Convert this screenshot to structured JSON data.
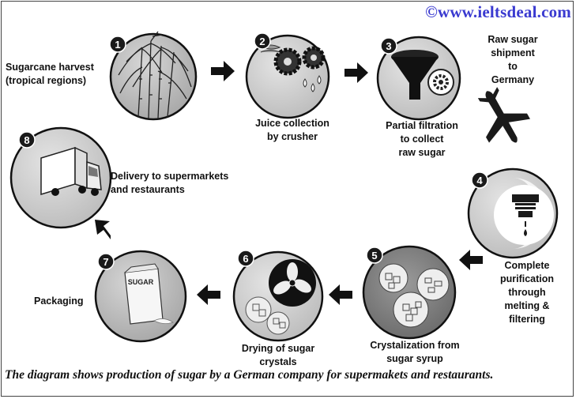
{
  "watermark": "©www.ieltsdeal.com",
  "steps": [
    {
      "number": "1",
      "label_lines": [
        "Sugarcane harvest",
        "(tropical regions)"
      ]
    },
    {
      "number": "2",
      "label_lines": [
        "Juice collection",
        "by crusher"
      ]
    },
    {
      "number": "3",
      "label_lines": [
        "Partial filtration",
        "to collect",
        "raw sugar"
      ]
    },
    {
      "number": "4",
      "label_lines": [
        "Complete",
        "purification",
        "through",
        "melting &",
        "filtering"
      ]
    },
    {
      "number": "5",
      "label_lines": [
        "Crystalization from",
        "sugar syrup"
      ]
    },
    {
      "number": "6",
      "label_lines": [
        "Drying of sugar",
        "crystals"
      ]
    },
    {
      "number": "7",
      "label_lines": [
        "Packaging"
      ]
    },
    {
      "number": "8",
      "label_lines": [
        "Delivery to supermarkets",
        "and restaurants"
      ]
    }
  ],
  "shipment_label_lines": [
    "Raw sugar",
    "shipment",
    "to",
    "Germany"
  ],
  "bag_text": "SUGAR",
  "caption": "The diagram shows production of sugar by a German company for supermakets and restaurants.",
  "icons": [
    "sugarcane-icon",
    "crusher-gears-icon",
    "funnel-filter-icon",
    "airplane-icon",
    "filter-drip-icon",
    "sugar-crystals-icon",
    "fan-dryer-icon",
    "sugar-bag-icon",
    "delivery-truck-icon",
    "arrow-icon"
  ]
}
